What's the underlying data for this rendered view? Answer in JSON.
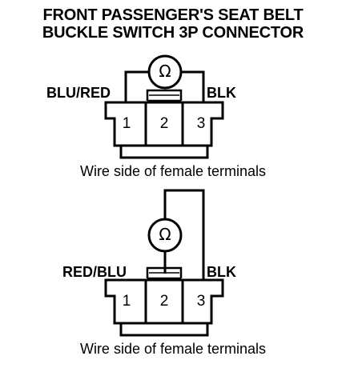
{
  "title": {
    "line1": "FRONT PASSENGER'S SEAT BELT",
    "line2": "BUCKLE SWITCH 3P CONNECTOR"
  },
  "ohm_symbol": "Ω",
  "diagrams": [
    {
      "left_wire": "BLU/RED",
      "right_wire": "BLK",
      "pins": [
        "1",
        "2",
        "3"
      ],
      "caption": "Wire side of female terminals"
    },
    {
      "left_wire": "RED/BLU",
      "right_wire": "BLK",
      "pins": [
        "1",
        "2",
        "3"
      ],
      "caption": "Wire side of female terminals"
    }
  ]
}
